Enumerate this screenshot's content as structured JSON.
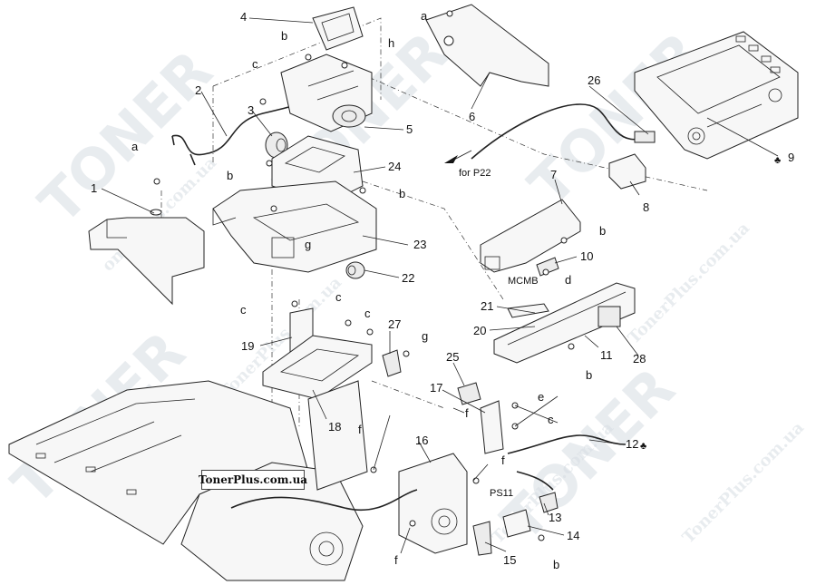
{
  "brand_label": "TonerPlus.com.ua",
  "watermark": {
    "main": "TONER",
    "sub": "TonerPlus.com.ua",
    "sub_alt": "onerPlus.com.ua"
  },
  "callouts": {
    "n1": "1",
    "n2": "2",
    "n3": "3",
    "n4": "4",
    "n5": "5",
    "n6": "6",
    "n7": "7",
    "n8": "8",
    "n9": "9",
    "n10": "10",
    "n11": "11",
    "n12": "12",
    "n13": "13",
    "n14": "14",
    "n15": "15",
    "n16": "16",
    "n17": "17",
    "n18": "18",
    "n19": "19",
    "n20": "20",
    "n21": "21",
    "n22": "22",
    "n23": "23",
    "n24": "24",
    "n25": "25",
    "n26": "26",
    "n27": "27",
    "n28": "28"
  },
  "letters": {
    "a": "a",
    "b": "b",
    "c": "c",
    "d": "d",
    "e": "e",
    "f": "f",
    "g": "g",
    "h": "h"
  },
  "texts": {
    "for_p22": "for P22",
    "mcmb": "MCMB",
    "ps11": "PS11",
    "club": "♣"
  }
}
